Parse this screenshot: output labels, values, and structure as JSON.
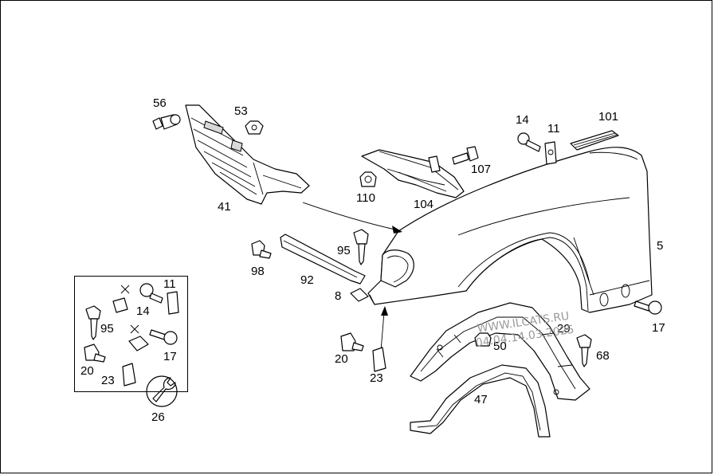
{
  "labels": {
    "p56": "56",
    "p53": "53",
    "p41": "41",
    "p110": "110",
    "p104": "104",
    "p107": "107",
    "p14": "14",
    "p11": "11",
    "p101": "101",
    "p5": "5",
    "p95": "95",
    "p98": "98",
    "p92": "92",
    "p8": "8",
    "p17": "17",
    "p29": "29",
    "p50": "50",
    "p68": "68",
    "p20": "20",
    "p23": "23",
    "p47": "47",
    "k11": "11",
    "k14": "14",
    "k95": "95",
    "k17": "17",
    "k20": "20",
    "k23": "23",
    "k26": "26"
  },
  "watermark": {
    "line1": "WWW.ILCATS.RU",
    "line2": "04.04.14.03.2025"
  },
  "colors": {
    "ink": "#000000",
    "paper": "#ffffff",
    "watermark": "#9a9a9a"
  },
  "icons": [
    "wrench-icon",
    "bolt-icon",
    "nut-icon",
    "clip-icon",
    "rivet-icon"
  ]
}
